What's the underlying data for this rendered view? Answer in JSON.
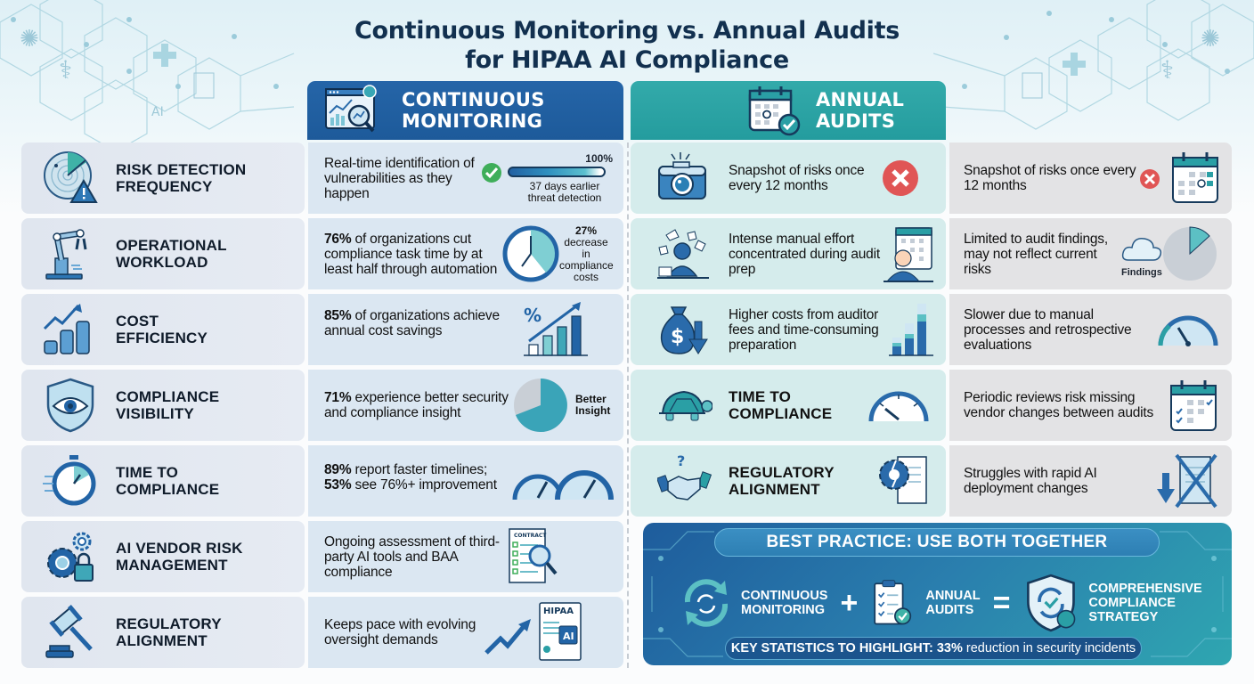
{
  "title": {
    "line1": "Continuous Monitoring vs. Annual Audits",
    "line2": "for HIPAA AI Compliance"
  },
  "columns": {
    "continuous": {
      "line1": "CONTINUOUS",
      "line2": "MONITORING",
      "icon": "monitoring-dashboard-icon",
      "color": "#1f5f9f"
    },
    "annual": {
      "line1": "ANNUAL",
      "line2": "AUDITS",
      "icon": "calendar-check-icon",
      "color": "#2aa1a3"
    }
  },
  "rows": [
    {
      "label_l1": "RISK DETECTION",
      "label_l2": "FREQUENCY",
      "icon": "radar-alert-icon",
      "continuous": {
        "text": "Real-time identification of vulnerabilities as they happen",
        "progress_label": "100%",
        "note_l1": "37 days earlier",
        "note_l2": "threat detection"
      }
    },
    {
      "label_l1": "OPERATIONAL",
      "label_l2": "WORKLOAD",
      "icon": "robot-arm-icon",
      "continuous": {
        "bold": "76%",
        "text": " of organizations cut compliance task time by at least half through automation",
        "stat": "27%",
        "stat_l1": "decrease in",
        "stat_l2": "compliance",
        "stat_l3": "costs"
      }
    },
    {
      "label_l1": "COST",
      "label_l2": "EFFICIENCY",
      "icon": "coins-growth-icon",
      "continuous": {
        "bold": "85%",
        "text": " of organizations achieve annual cost savings",
        "icon": "percent-bar-chart-icon"
      }
    },
    {
      "label_l1": "COMPLIANCE",
      "label_l2": "VISIBILITY",
      "icon": "shield-eye-icon",
      "continuous": {
        "bold": "71%",
        "text": " experience better security and compliance insight",
        "pie_l1": "Better",
        "pie_l2": "Insight"
      }
    },
    {
      "label_l1": "TIME TO",
      "label_l2": "COMPLIANCE",
      "icon": "stopwatch-icon",
      "continuous": {
        "bold1": "89%",
        "text1": " report faster timelines;",
        "bold2": "53%",
        "text2": " see 76%+ improvement",
        "icon": "speedometers-icon"
      }
    },
    {
      "label_l1": "AI VENDOR RISK",
      "label_l2": "MANAGEMENT",
      "icon": "gears-lock-icon",
      "continuous": {
        "text": "Ongoing assessment of third-party AI tools and BAA compliance",
        "doc_label": "CONTRACT",
        "icon": "contract-magnifier-icon"
      }
    },
    {
      "label_l1": "REGULATORY",
      "label_l2": "ALIGNMENT",
      "icon": "gavel-icon",
      "continuous": {
        "text": "Keeps pace with evolving oversight demands",
        "doc_label": "HIPAA",
        "chip_label": "AI",
        "icon": "hipaa-ai-document-icon"
      }
    }
  ],
  "annual_rows": [
    {
      "icon": "camera-icon",
      "text": "Snapshot of risks once every 12 months",
      "vis": "red-x-icon",
      "right_text": "Snapshot of risks once every 12 months",
      "right_vis": "calendar-x-icon"
    },
    {
      "icon": "stressed-worker-icon",
      "text": "Intense manual effort concentrated during audit prep",
      "vis": "calendar-stress-icon",
      "right_text": "Limited to audit findings, may not reflect current risks",
      "right_label": "Findings",
      "right_vis": "cloud-pie-icon"
    },
    {
      "icon": "money-bag-down-icon",
      "text": "Higher costs from auditor fees and time-consuming preparation",
      "vis": "stacked-bars-icon",
      "right_text": "Slower due to manual processes and retrospective evaluations",
      "right_vis": "slow-gauge-icon"
    },
    {
      "icon": "turtle-icon",
      "label_l1": "TIME TO",
      "label_l2": "COMPLIANCE",
      "vis": "gauge-icon",
      "right_text": "Periodic reviews risk missing vendor changes between audits",
      "right_vis": "calendar-checks-icon"
    },
    {
      "icon": "handshake-question-icon",
      "label_l1": "REGULATORY",
      "label_l2": "ALIGNMENT",
      "vis": "broken-gear-scroll-icon",
      "right_text": "Struggles with rapid AI deployment changes",
      "right_vis": "crossed-document-icon"
    }
  ],
  "best_practice": {
    "title": "BEST PRACTICE: USE BOTH TOGETHER",
    "item1_l1": "CONTINUOUS",
    "item1_l2": "MONITORING",
    "plus": "+",
    "item2_l1": "ANNUAL",
    "item2_l2": "AUDITS",
    "equals": "=",
    "result_l1": "COMPREHENSIVE",
    "result_l2": "COMPLIANCE",
    "result_l3": "STRATEGY",
    "key_label": "KEY STATISTICS TO HIGHLIGHT:",
    "key_value": "33%",
    "key_text": " reduction in security incidents"
  },
  "colors": {
    "title": "#12304f",
    "continuous": "#1f5f9f",
    "annual": "#2aa1a3",
    "check_green": "#3fae5a",
    "x_red": "#e05555"
  }
}
